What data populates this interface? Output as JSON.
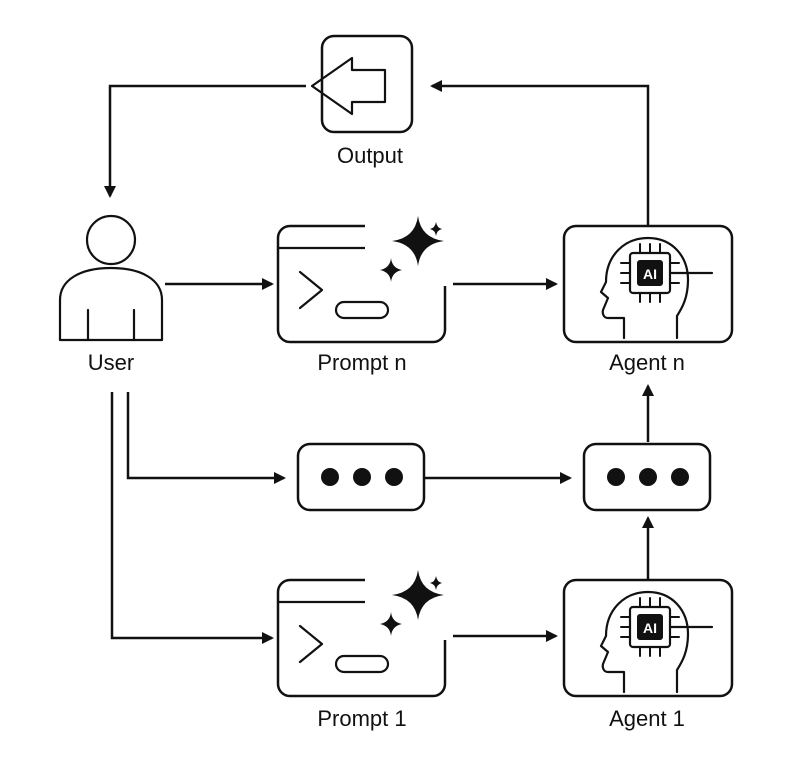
{
  "nodes": {
    "output": {
      "label": "Output",
      "icon": "output-arrow-icon"
    },
    "user": {
      "label": "User",
      "icon": "user-icon"
    },
    "prompt_n": {
      "label": "Prompt n",
      "icon": "prompt-terminal-sparkle-icon"
    },
    "agent_n": {
      "label": "Agent n",
      "icon": "ai-agent-head-icon",
      "chip_text": "AI"
    },
    "ellipsis_left": {
      "icon": "ellipsis-icon"
    },
    "ellipsis_right": {
      "icon": "ellipsis-icon"
    },
    "prompt_1": {
      "label": "Prompt 1",
      "icon": "prompt-terminal-sparkle-icon"
    },
    "agent_1": {
      "label": "Agent 1",
      "icon": "ai-agent-head-icon",
      "chip_text": "AI"
    }
  },
  "colors": {
    "stroke": "#111111",
    "background": "#ffffff"
  }
}
